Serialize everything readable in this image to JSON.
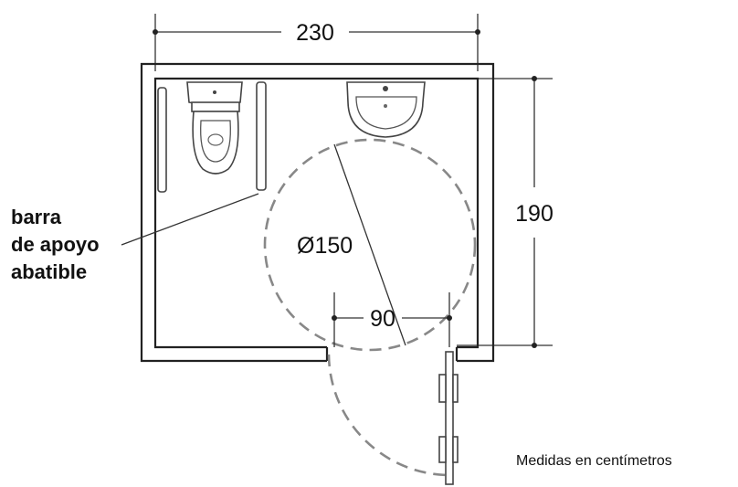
{
  "dimensions": {
    "width": "230",
    "height": "190",
    "turning_diameter": "Ø150",
    "door_width": "90"
  },
  "label": {
    "line1": "barra",
    "line2": "de apoyo",
    "line3": "abatible"
  },
  "note": "Medidas en centímetros"
}
